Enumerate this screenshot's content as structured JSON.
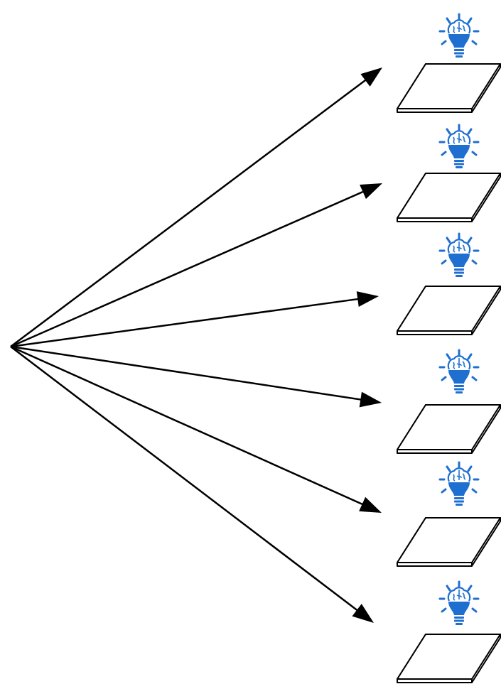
{
  "colors": {
    "background": "#ffffff",
    "line": "#000000",
    "bulb_blue": "#1f6fd1",
    "bulb_dark": "#17589f",
    "plate_fill": "#ffffff",
    "plate_stroke": "#000000"
  },
  "icons": {
    "bulb": "lightbulb-brain-icon",
    "plate": "flat-plate-icon",
    "arrow": "arrowhead-icon"
  },
  "diagram": {
    "type": "fan-out",
    "source_count": 1,
    "branch_count": 6
  }
}
